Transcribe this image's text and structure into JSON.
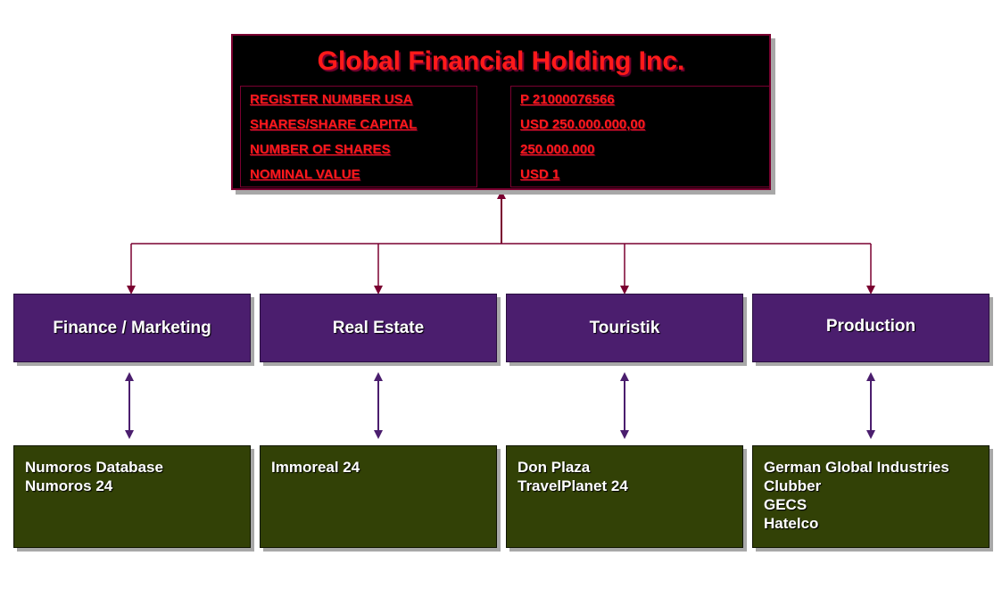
{
  "holding": {
    "title": "Global Financial Holding Inc.",
    "labels": [
      "REGISTER NUMBER USA",
      "SHARES/SHARE CAPITAL",
      "NUMBER OF SHARES",
      "NOMINAL VALUE"
    ],
    "values": [
      "P 21000076566",
      "USD 250.000.000,00",
      "250.000.000",
      "USD 1"
    ]
  },
  "divisions": [
    {
      "name": "Finance / Marketing",
      "companies": [
        "Numoros Database",
        "Numoros 24"
      ]
    },
    {
      "name": "Real Estate",
      "companies": [
        "Immoreal 24"
      ]
    },
    {
      "name": "Touristik",
      "companies": [
        "Don Plaza",
        "TravelPlanet 24"
      ]
    },
    {
      "name": "Production",
      "companies": [
        "German Global Industries",
        "Clubber",
        "GECS",
        "Hatelco"
      ]
    }
  ],
  "colors": {
    "holding_bg": "#000000",
    "holding_text": "#ff1a1a",
    "holding_connector": "#7a0030",
    "division_bg": "#4b1e6e",
    "division_connector": "#4b1e6e",
    "company_bg": "#324106"
  }
}
